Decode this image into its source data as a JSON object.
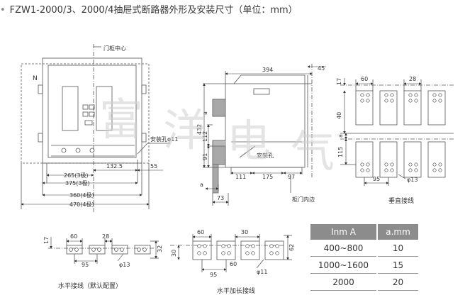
{
  "title": "FZW1-2000/3、2000/4抽屉式断路器外形及安装尺寸（单位：mm）",
  "front_view": {
    "door_center_label": "门柜中心",
    "n_label": "N",
    "hole_label": "安装孔",
    "hole_dim": "φ11",
    "dim_132_5": "132.5",
    "dim_55": "55",
    "dim_265": "265(3极)",
    "dim_375": "375(3极)",
    "dim_360": "360(4极)",
    "dim_470": "470(4极)"
  },
  "side_view": {
    "dim_394": "394",
    "dim_45": "45",
    "dim_432": "432",
    "dim_112": "112",
    "dim_91": "91",
    "a_label": "a",
    "dim_73": "73",
    "hole_label": "安装孔",
    "dim_111": "111",
    "dim_175": "175",
    "dim_97": "97",
    "door_edge_label": "柜门内边"
  },
  "vertical_wiring": {
    "caption": "垂直接线",
    "dim_60": "60",
    "dim_28": "28",
    "dim_17": "17",
    "dim_40": "40",
    "a_label": "a",
    "dim_115": "115",
    "dim_95": "95",
    "hole_dim": "φ13"
  },
  "horizontal_wiring": {
    "caption": "水平接线（默认配置）",
    "dim_17": "17",
    "dim_60": "60",
    "dim_28": "28",
    "dim_32": "32",
    "dim_95": "95",
    "hole_dim": "φ13"
  },
  "extended_wiring": {
    "caption": "水平加长接线",
    "dim_60": "60",
    "dim_30": "30",
    "dim_30v": "30",
    "dim_95": "95",
    "dim_60b": "60",
    "dim_62": "62",
    "hole_dim": "φ11"
  },
  "watermark": [
    "富",
    "洋",
    "电",
    "气"
  ],
  "table": {
    "headers": [
      "Inm A",
      "a.mm"
    ],
    "rows": [
      [
        "400~800",
        "10"
      ],
      [
        "1000~1600",
        "15"
      ],
      [
        "2000",
        "20"
      ]
    ]
  }
}
